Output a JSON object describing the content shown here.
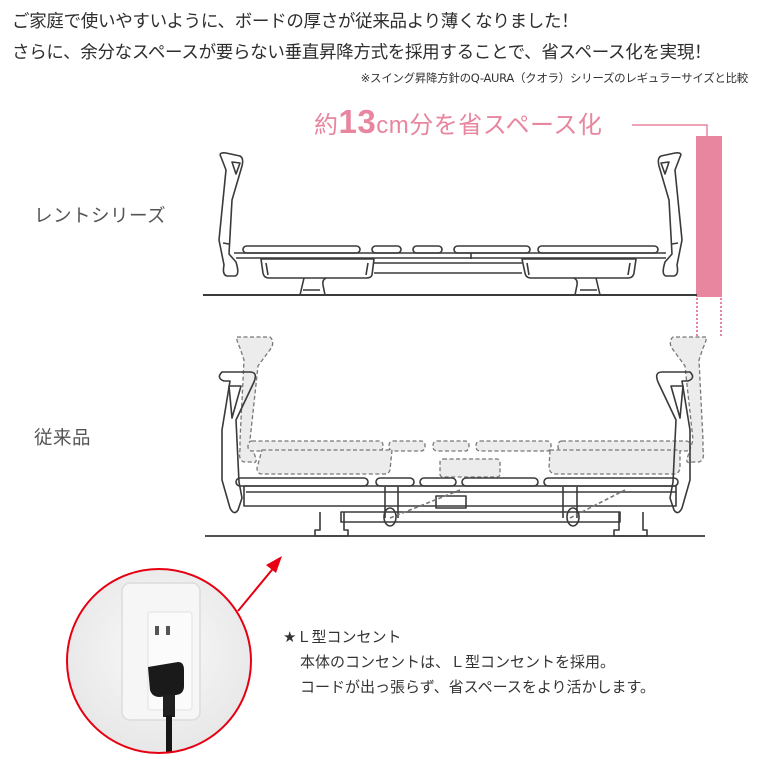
{
  "header": {
    "line1": "ご家庭で使いやすいように、ボードの厚さが従来品より薄くなりました！",
    "line2": "さらに、余分なスペースが要らない垂直昇降方式を採用することで、省スペース化を実現！",
    "footnote": "※スイング昇降方針のQ-AURA（クオラ）シリーズのレギュラーサイズと比較"
  },
  "comparison": {
    "savings_prefix": "約",
    "savings_number": "13",
    "savings_unit": "cm",
    "savings_suffix": "分を省スペース化",
    "accent_color": "#e8859f",
    "labels": {
      "new_series": "レントシリーズ",
      "conventional": "従来品"
    }
  },
  "feature": {
    "title": "★Ｌ型コンセント",
    "line1": "本体のコンセントは、Ｌ型コンセントを採用。",
    "line2": "コードが出っ張らず、省スペースをより活かします。",
    "callout_color": "#e60012"
  },
  "icons": {
    "arrow": "arrow-up-right-icon",
    "outlet": "electrical-outlet-photo"
  }
}
